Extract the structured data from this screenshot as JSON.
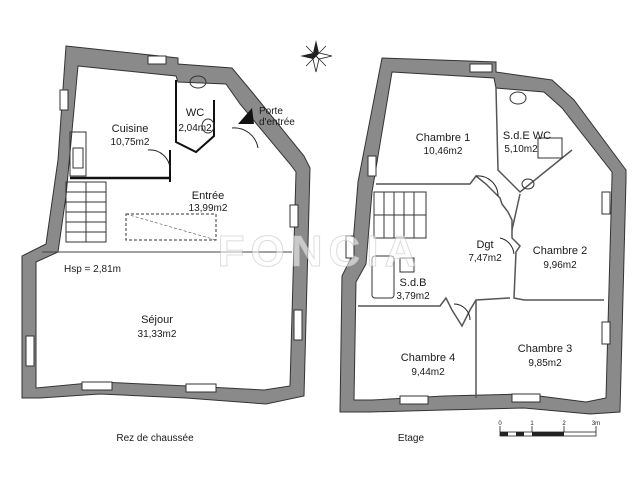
{
  "ground_floor": {
    "caption": "Rez de chaussée",
    "hsp": "Hsp = 2,81m",
    "door_label_1": "Porte",
    "door_label_2": "d'entrée",
    "rooms": [
      {
        "name": "Cuisine",
        "area": "10,75m2"
      },
      {
        "name": "WC",
        "area": "2,04m2"
      },
      {
        "name": "Entrée",
        "area": "13,99m2"
      },
      {
        "name": "Séjour",
        "area": "31,33m2"
      }
    ]
  },
  "upper_floor": {
    "caption": "Etage",
    "rooms": [
      {
        "name": "Chambre 1",
        "area": "10,46m2"
      },
      {
        "name": "S.d.E WC",
        "area": "5,10m2"
      },
      {
        "name": "Dgt",
        "area": "7,47m2"
      },
      {
        "name": "Chambre 2",
        "area": "9,96m2"
      },
      {
        "name": "S.d.B",
        "area": "3,79m2"
      },
      {
        "name": "Chambre 4",
        "area": "9,44m2"
      },
      {
        "name": "Chambre 3",
        "area": "9,85m2"
      }
    ]
  },
  "scale_bar": {
    "ticks": [
      "0",
      "1",
      "2",
      "3m"
    ]
  },
  "watermark": "FONCIA"
}
